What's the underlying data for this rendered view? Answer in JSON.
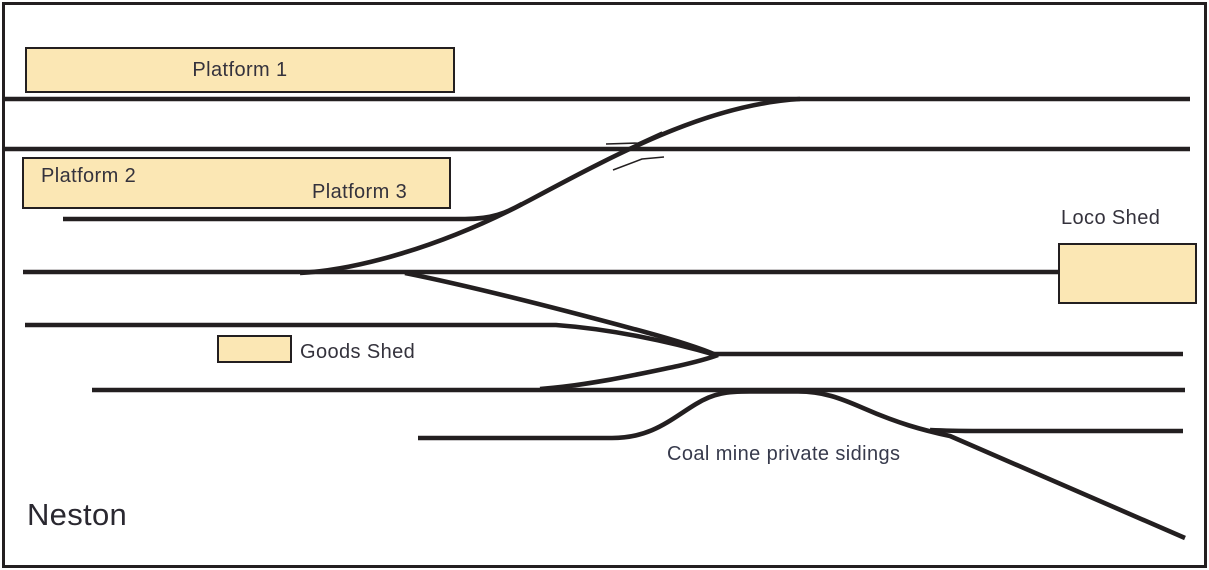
{
  "diagram": {
    "station_name": "Neston",
    "boxes": {
      "platform1": {
        "label": "Platform 1"
      },
      "platform2": {
        "label": "Platform 2"
      },
      "platform3": {
        "label": "Platform 3"
      },
      "goods_shed": {
        "label": "Goods Shed"
      },
      "loco_shed": {
        "label": "Loco Shed"
      }
    },
    "annotations": {
      "coal_sidings": "Coal mine private sidings"
    },
    "colors": {
      "platform_fill": "#FBE7B4",
      "track": "#231F20",
      "text": "#34323C",
      "background": "#FFFFFF"
    }
  }
}
